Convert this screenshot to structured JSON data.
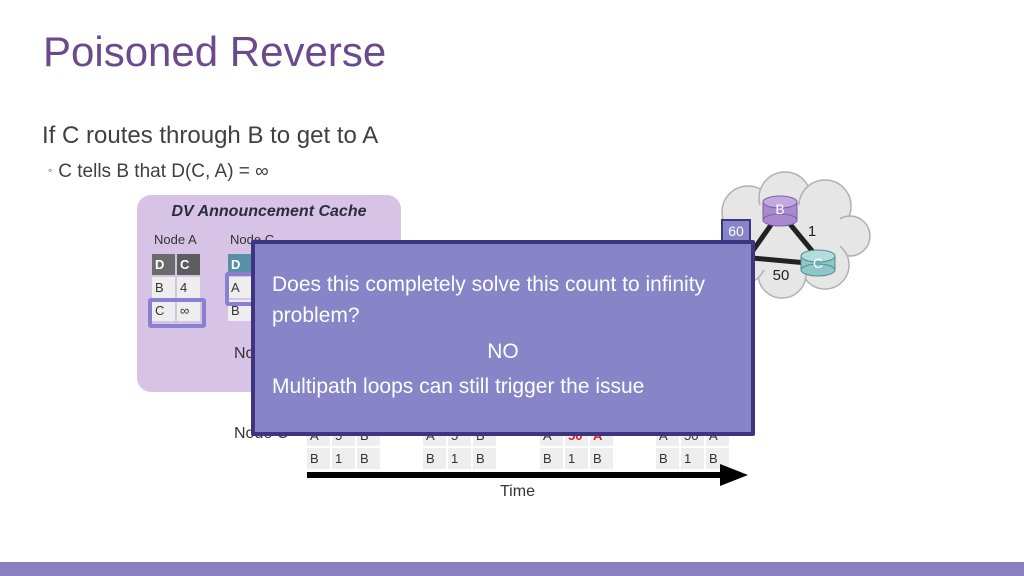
{
  "title": "Poisoned Reverse",
  "bullet1": "If C routes through B to get to A",
  "bullet2": "C tells B that D(C, A) = ∞",
  "bullet2_marker": "◦",
  "cache": {
    "title": "DV Announcement Cache",
    "node_a_label": "Node A",
    "node_c_label": "Node C",
    "node_a_table": {
      "headers": [
        "D",
        "C"
      ],
      "rows": [
        [
          "B",
          "4"
        ],
        [
          "C",
          "∞"
        ]
      ]
    },
    "node_c_table": {
      "headers": [
        "D"
      ],
      "rows": [
        [
          "A"
        ],
        [
          "B"
        ]
      ]
    },
    "third_label_fragment": "No"
  },
  "network": {
    "node_b": "B",
    "node_c": "C",
    "edge_ab": "60",
    "edge_bc": "1",
    "edge_ac": "50"
  },
  "timeline": {
    "row_label": "Node C",
    "time_label": "Time",
    "groups": [
      {
        "rows": [
          [
            "A",
            "5",
            "B"
          ],
          [
            "B",
            "1",
            "B"
          ]
        ]
      },
      {
        "rows": [
          [
            "A",
            "5",
            "B"
          ],
          [
            "B",
            "1",
            "B"
          ]
        ]
      },
      {
        "rows": [
          [
            "A",
            "50",
            "A"
          ],
          [
            "B",
            "1",
            "B"
          ]
        ]
      },
      {
        "rows": [
          [
            "A",
            "50",
            "A"
          ],
          [
            "B",
            "1",
            "B"
          ]
        ]
      }
    ]
  },
  "modal": {
    "question": "Does this completely solve this count to infinity problem?",
    "answer": "NO",
    "note": "Multipath loops can still trigger the issue"
  },
  "colors": {
    "title": "#6a4a8c",
    "modal_bg": "#8784c7",
    "modal_border": "#3e3580",
    "cache_bg": "#d7c3e6",
    "footer": "#8a7fc0",
    "highlight_red": "#e02020"
  }
}
